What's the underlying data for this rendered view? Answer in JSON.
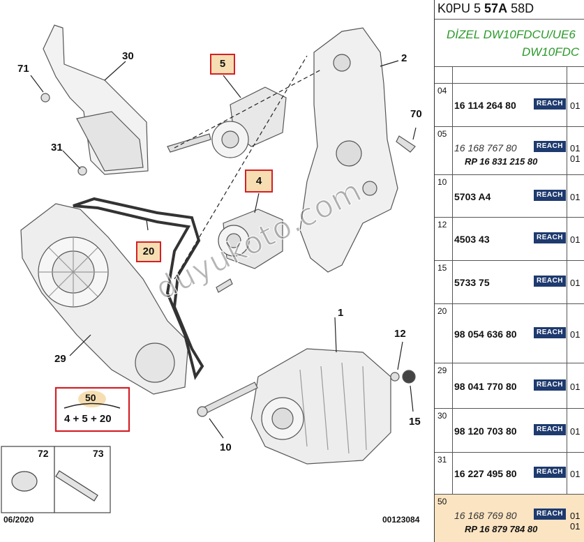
{
  "diagram": {
    "labels": {
      "p1": "1",
      "p2": "2",
      "p4": "4",
      "p5": "5",
      "p10": "10",
      "p12": "12",
      "p15": "15",
      "p20": "20",
      "p29": "29",
      "p30": "30",
      "p31": "31",
      "p50": "50",
      "p70": "70",
      "p71": "71",
      "p72": "72",
      "p73": "73"
    },
    "kit_formula": "4 + 5 + 20",
    "date": "06/2020",
    "ref": "00123084",
    "watermark": "duyukoto.com"
  },
  "panel": {
    "title_pre": "K0PU 5 ",
    "title_bold": "57A",
    "title_post": " 58D",
    "desc_line1": "DİZEL DW10FDCU/UE6",
    "desc_line2": "DW10FDC",
    "rows": [
      {
        "index": "04",
        "part": "16 114 264 80",
        "qty": "01"
      },
      {
        "index": "05",
        "part": "16 168 767 80",
        "qty": "01",
        "alt": "RP 16 831 215 80",
        "alt_qty": "01"
      },
      {
        "index": "10",
        "part": "5703 A4",
        "qty": "01"
      },
      {
        "index": "12",
        "part": "4503 43",
        "qty": "01"
      },
      {
        "index": "15",
        "part": "5733 75",
        "qty": "01"
      },
      {
        "index": "20",
        "part": "98 054 636 80",
        "qty": "01"
      },
      {
        "index": "29",
        "part": "98 041 770 80",
        "qty": "01"
      },
      {
        "index": "30",
        "part": "98 120 703 80",
        "qty": "01"
      },
      {
        "index": "31",
        "part": "16 227 495 80",
        "qty": "01"
      },
      {
        "index": "50",
        "part": "16 168 769 80",
        "qty": "01",
        "alt": "RP 16 879 784 80",
        "alt_qty": "01"
      }
    ],
    "badge": "REACH",
    "colors": {
      "badge_bg": "#1e3a6e",
      "highlight_row": "#fbe4c2",
      "green_text": "#2b9a2b"
    }
  }
}
